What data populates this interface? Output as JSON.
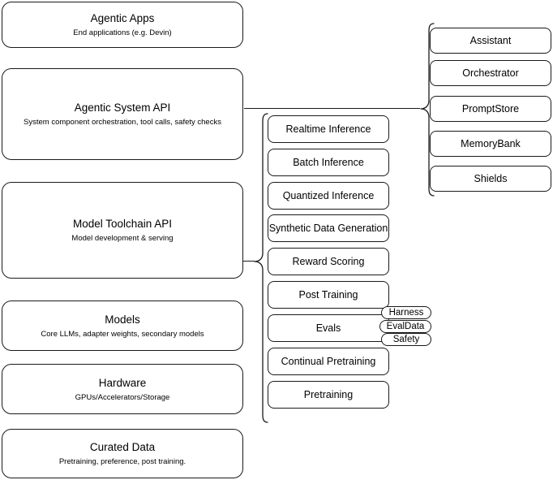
{
  "diagram": {
    "title": "AI Stack Layered Architecture",
    "stroke_color": "#1a1a1a",
    "background_color": "#ffffff"
  },
  "stack_layers": [
    {
      "id": "agentic-apps",
      "title": "Agentic Apps",
      "subtitle": "End applications (e.g. Devin)"
    },
    {
      "id": "agentic-system-api",
      "title": "Agentic System API",
      "subtitle": "System component orchestration, tool calls, safety checks"
    },
    {
      "id": "model-toolchain-api",
      "title": "Model Toolchain API",
      "subtitle": "Model development & serving"
    },
    {
      "id": "models",
      "title": "Models",
      "subtitle": "Core LLMs, adapter weights, secondary models"
    },
    {
      "id": "hardware",
      "title": "Hardware",
      "subtitle": "GPUs/Accelerators/Storage"
    },
    {
      "id": "curated-data",
      "title": "Curated Data",
      "subtitle": "Pretraining, preference, post training."
    }
  ],
  "toolchain_components": [
    {
      "id": "realtime-inference",
      "label": "Realtime Inference"
    },
    {
      "id": "batch-inference",
      "label": "Batch Inference"
    },
    {
      "id": "quantized-inference",
      "label": "Quantized Inference"
    },
    {
      "id": "synthetic-data-generation",
      "label": "Synthetic Data Generation"
    },
    {
      "id": "reward-scoring",
      "label": "Reward Scoring"
    },
    {
      "id": "post-training",
      "label": "Post Training"
    },
    {
      "id": "evals",
      "label": "Evals"
    },
    {
      "id": "continual-pretraining",
      "label": "Continual Pretraining"
    },
    {
      "id": "pretraining",
      "label": "Pretraining"
    }
  ],
  "system_components": [
    {
      "id": "assistant",
      "label": "Assistant"
    },
    {
      "id": "orchestrator",
      "label": "Orchestrator"
    },
    {
      "id": "promptstore",
      "label": "PromptStore"
    },
    {
      "id": "memorybank",
      "label": "MemoryBank"
    },
    {
      "id": "shields",
      "label": "Shields"
    }
  ],
  "evals_tags": [
    {
      "id": "harness",
      "label": "Harness"
    },
    {
      "id": "evaldata",
      "label": "EvalData"
    },
    {
      "id": "safety",
      "label": "Safety"
    }
  ]
}
